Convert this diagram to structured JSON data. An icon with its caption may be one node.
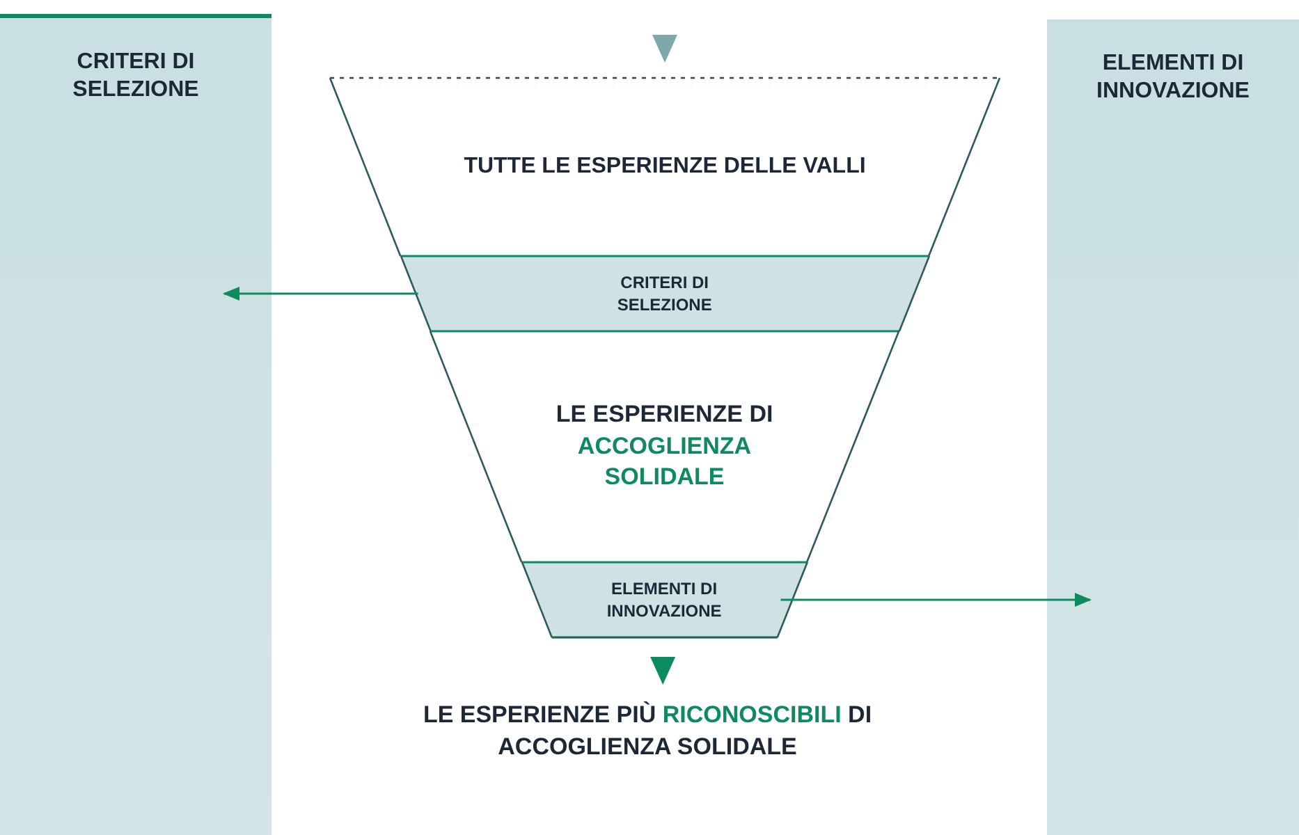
{
  "diagram": {
    "nodes": [
      {
        "text": [
          "CRITERI DI SELEZIONE"
        ]
      },
      {
        "text": [
          "ELEMENTI DI INNOVAZIONE"
        ]
      },
      {
        "text": [
          "TUTTE LE ESPERIENZE DELLE VALLI"
        ]
      },
      {
        "text": [
          "CRITERI DI SELEZIONE"
        ]
      },
      {
        "text": [
          "LE ESPERIENZE DI **ACCOGLIENZA SOLIDALE**"
        ]
      },
      {
        "text": [
          "ELEMENTI DI INNOVAZIONE"
        ]
      },
      {
        "text": [
          "LE ESPERIENZE PIÙ **RICONOSCIBILI** DI ACCOGLIENZA SOLIDALE"
        ]
      }
    ],
    "edges": [
      {
        "from": 3,
        "to": 0,
        "arrow": "to"
      },
      {
        "from": 5,
        "to": 1,
        "arrow": "to"
      },
      {
        "from": 5,
        "to": 6,
        "arrow": "to"
      },
      {
        "from": null,
        "to": 2,
        "arrow": "to",
        "color": "#7fa8aa"
      }
    ]
  }
}
